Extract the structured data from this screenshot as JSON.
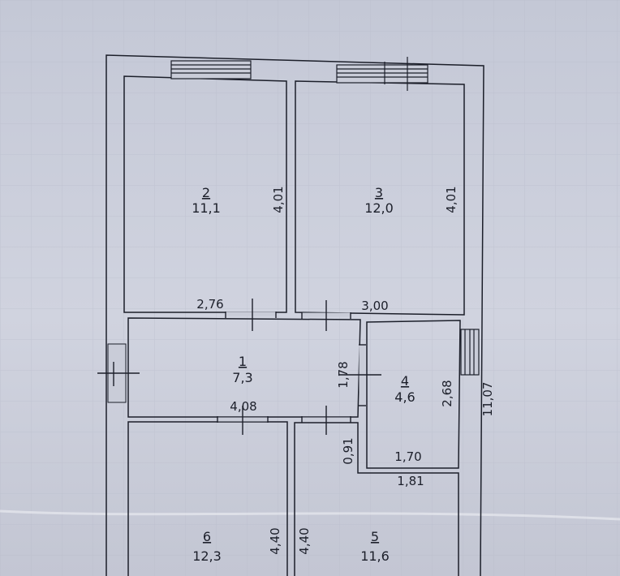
{
  "floor_plan": {
    "outer_height": "11,07",
    "rooms": [
      {
        "number": "1",
        "area": "7,3"
      },
      {
        "number": "2",
        "area": "11,1"
      },
      {
        "number": "3",
        "area": "12,0"
      },
      {
        "number": "4",
        "area": "4,6"
      },
      {
        "number": "5",
        "area": "11,6"
      },
      {
        "number": "6",
        "area": "12,3"
      }
    ],
    "dimensions": {
      "room2_height": "4,01",
      "room2_width": "2,76",
      "room3_height": "4,01",
      "room3_width": "3,00",
      "room1_width": "4,08",
      "room1_height": "1,78",
      "room4_height": "2,68",
      "room4_width": "1,70",
      "room5_top_width": "1,81",
      "room5_notch": "0,91",
      "room6_height": "4,40",
      "room5_height": "4,40"
    }
  }
}
